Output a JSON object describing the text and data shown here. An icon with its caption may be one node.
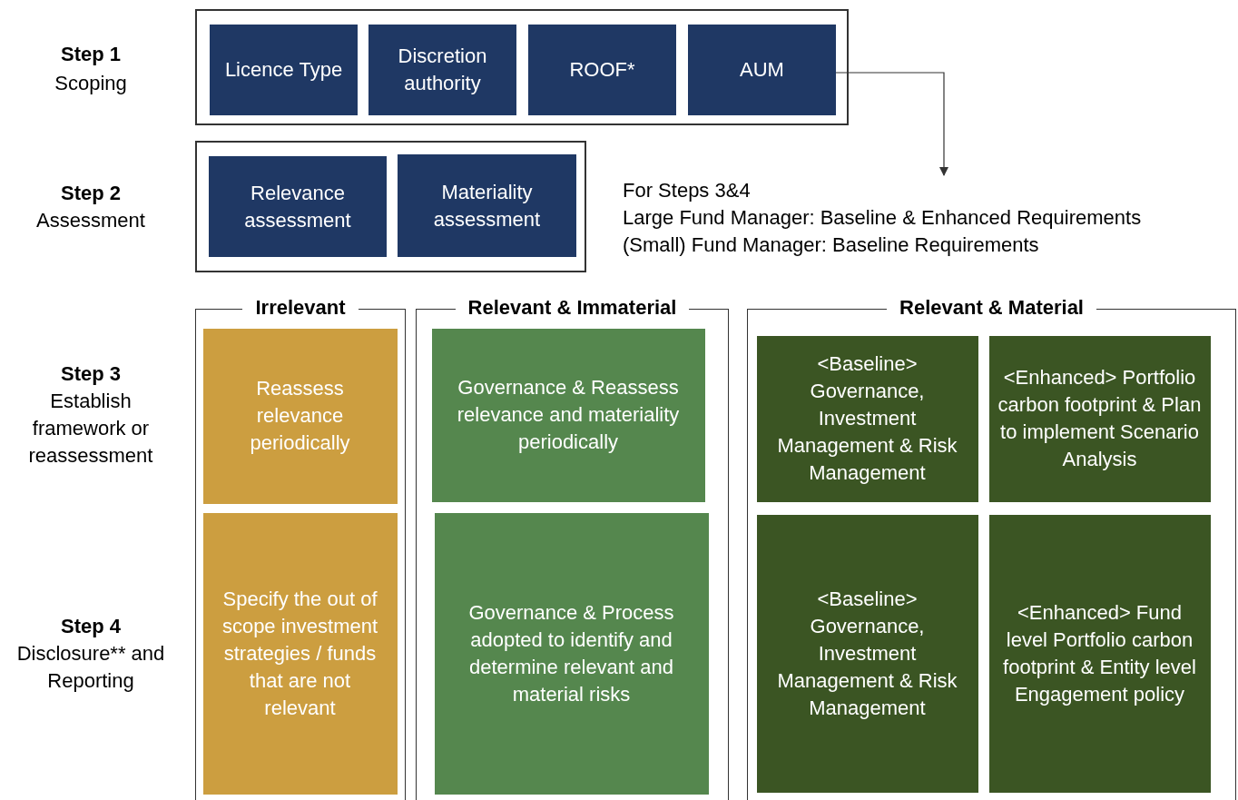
{
  "diagram": {
    "nodes": [
      {
        "text": [],
        "shape": "box"
      },
      {
        "text": [
          "Licence Type"
        ],
        "in": 0
      },
      {
        "text": [
          "Discretion authority"
        ],
        "in": 0
      },
      {
        "text": [
          "ROOF*"
        ],
        "in": 0
      },
      {
        "text": [
          "AUM"
        ],
        "in": 0
      },
      {
        "text": [],
        "shape": "box"
      },
      {
        "text": [
          "Relevance assessment"
        ],
        "in": 5
      },
      {
        "text": [
          "Materiality assessment"
        ],
        "in": 5
      },
      {
        "text": [
          "For Steps 3&4",
          "Large Fund Manager: Baseline & Enhanced Requirements",
          "(Small) Fund Manager: Baseline Requirements"
        ]
      },
      {
        "text": [
          "Irrelevant"
        ]
      },
      {
        "text": [
          "Reassess relevance periodically"
        ],
        "in": 9
      },
      {
        "text": [
          "Specify the out of scope investment strategies / funds that are not relevant"
        ],
        "in": 9
      },
      {
        "text": [
          "Relevant & Immaterial"
        ]
      },
      {
        "text": [
          "Governance & Reassess relevance and materiality periodically"
        ],
        "in": 12
      },
      {
        "text": [
          "Governance & Process adopted to identify and determine relevant and material risks"
        ],
        "in": 12
      },
      {
        "text": [
          "Relevant & Material"
        ]
      },
      {
        "text": [
          "<Baseline> Governance, Investment Management & Risk Management"
        ],
        "in": 15
      },
      {
        "text": [
          "<Enhanced> Portfolio carbon footprint & Plan to implement Scenario Analysis"
        ],
        "in": 15
      },
      {
        "text": [
          "<Baseline> Governance, Investment Management & Risk Management"
        ],
        "in": 15
      },
      {
        "text": [
          "<Enhanced> Fund level Portfolio carbon footprint & Entity level Engagement policy"
        ],
        "in": 15
      }
    ],
    "edges": [
      {
        "from": 4,
        "to": 8,
        "arrow": "to"
      }
    ],
    "labels": [
      "Step 1",
      "Scoping",
      "Step 2",
      "Assessment",
      "Step 3",
      "Establish framework or reassessment",
      "Step 4",
      "Disclosure** and Reporting"
    ]
  }
}
